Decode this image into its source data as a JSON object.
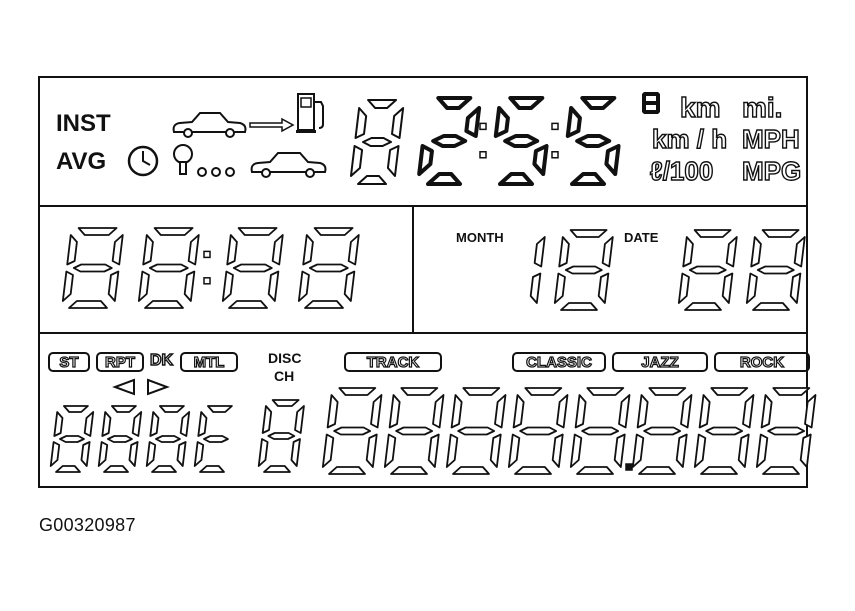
{
  "top_panel": {
    "inst_label": "INST",
    "avg_label": "AVG",
    "units": {
      "km": "km",
      "mi": "mi.",
      "kmh": "km / h",
      "mph": "MPH",
      "l100": "ℓ/100",
      "mpg": "MPG"
    },
    "main_display": "2.5.5",
    "icons": [
      "car-icon",
      "arrow-icon",
      "fuel-pump-icon",
      "clock-icon",
      "bulb-icon",
      "car-icon"
    ]
  },
  "middle_left": {
    "time_display": "88:88"
  },
  "middle_right": {
    "month_label": "MONTH",
    "date_label": "DATE",
    "month_display": "18",
    "date_display": "88"
  },
  "bottom_panel": {
    "tags": {
      "st": "ST",
      "rpt": "RPT",
      "dk": "DK",
      "mtl": "MTL",
      "track": "TRACK",
      "classic": "CLASSIC",
      "jazz": "JAZZ",
      "rock": "ROCK"
    },
    "disc_label": "DISC",
    "ch_label": "CH",
    "band_display": "888E",
    "disc_display": "8",
    "freq_display": "88888.888"
  },
  "caption": "G00320987"
}
